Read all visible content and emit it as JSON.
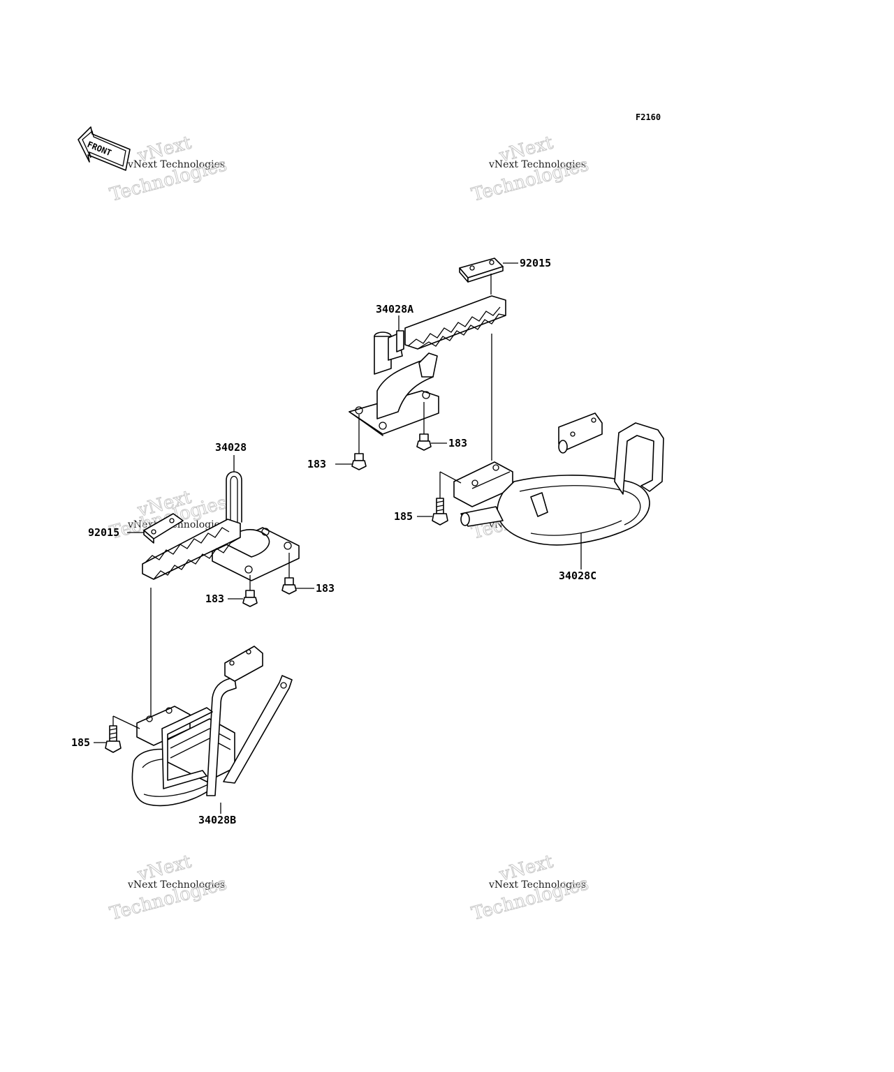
{
  "diagram_code": "F2160",
  "front_arrow_label": "FRONT",
  "watermark": {
    "line1": "vNext Technologies",
    "line2": "vNext",
    "line3": "Technologies"
  },
  "callouts": {
    "p92015_top": "92015",
    "p34028A": "34028A",
    "p183_a": "183",
    "p183_b": "183",
    "p185_right": "185",
    "p34028C": "34028C",
    "p34028": "34028",
    "p92015_left": "92015",
    "p183_c": "183",
    "p183_d": "183",
    "p185_left": "185",
    "p34028B": "34028B"
  }
}
